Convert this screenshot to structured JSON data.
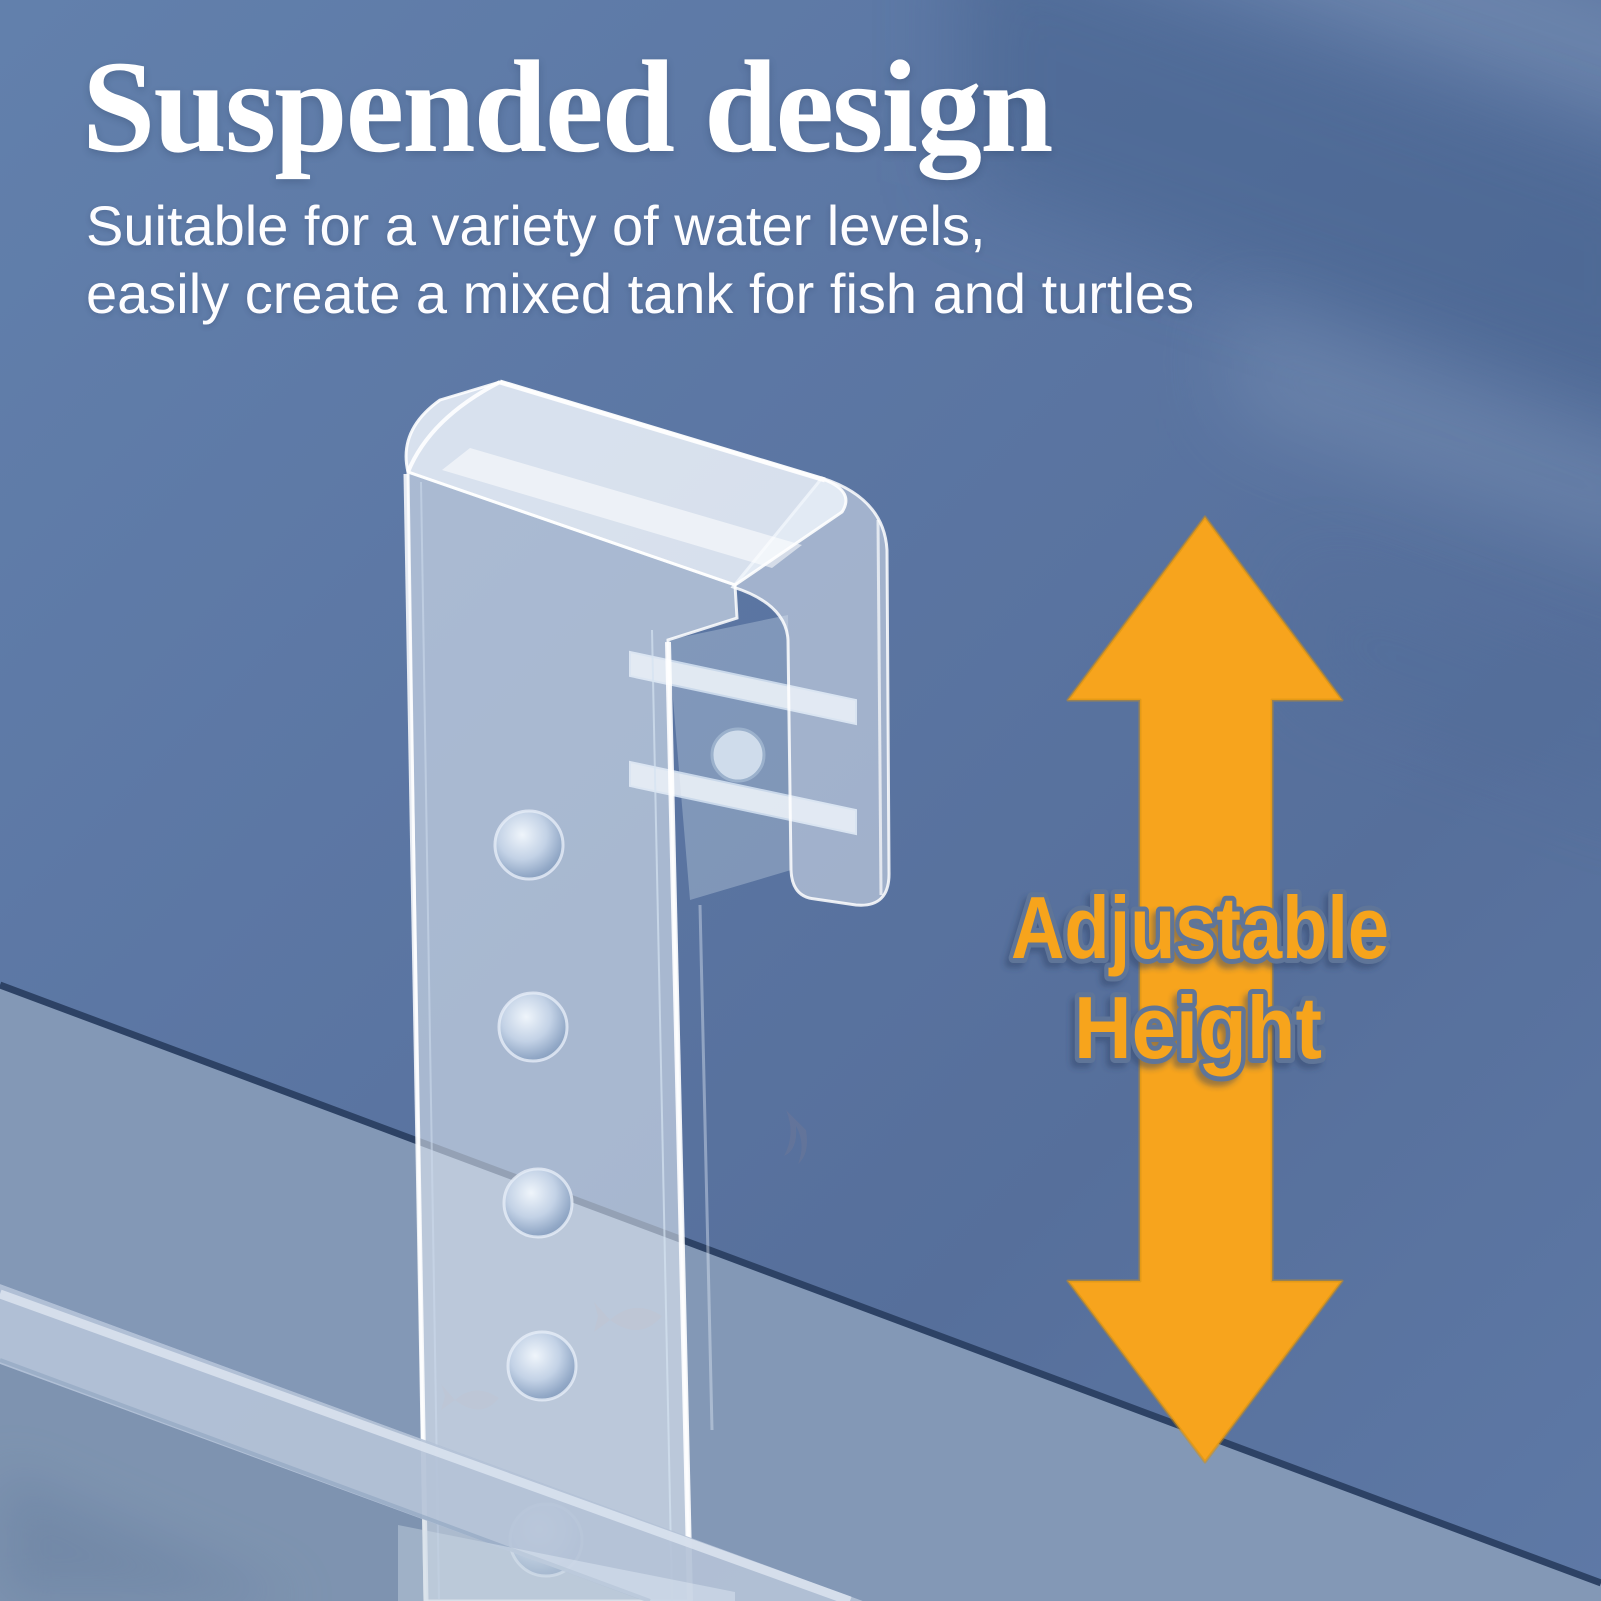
{
  "title": {
    "text": "Suspended design"
  },
  "subtitle": {
    "line1": "Suitable for a variety of water levels,",
    "line2": "easily create a mixed tank for fish and turtles"
  },
  "annotation": {
    "line1": "Adjustable",
    "line2": "Height"
  },
  "colors": {
    "background_blue": "#5E79A5",
    "streak_dark_blue": "#47648F",
    "glass_edge_line": "#2D4265",
    "glass_band": "#8398B6",
    "glass_rim": "#B6C4D8",
    "arrow_orange": "#F7A41D",
    "label_fill": "#F7A41D",
    "label_outline": "#5F7598",
    "title_color": "#FFFFFF",
    "acrylic_tint": "#E9F0F8"
  },
  "icons": {
    "adjustable_arrow": "double-headed-vertical-arrow"
  },
  "scene": {
    "object": "transparent-acrylic-hanging-bracket",
    "strap_holes": 5,
    "setting": "aquarium-glass-top-edge"
  }
}
